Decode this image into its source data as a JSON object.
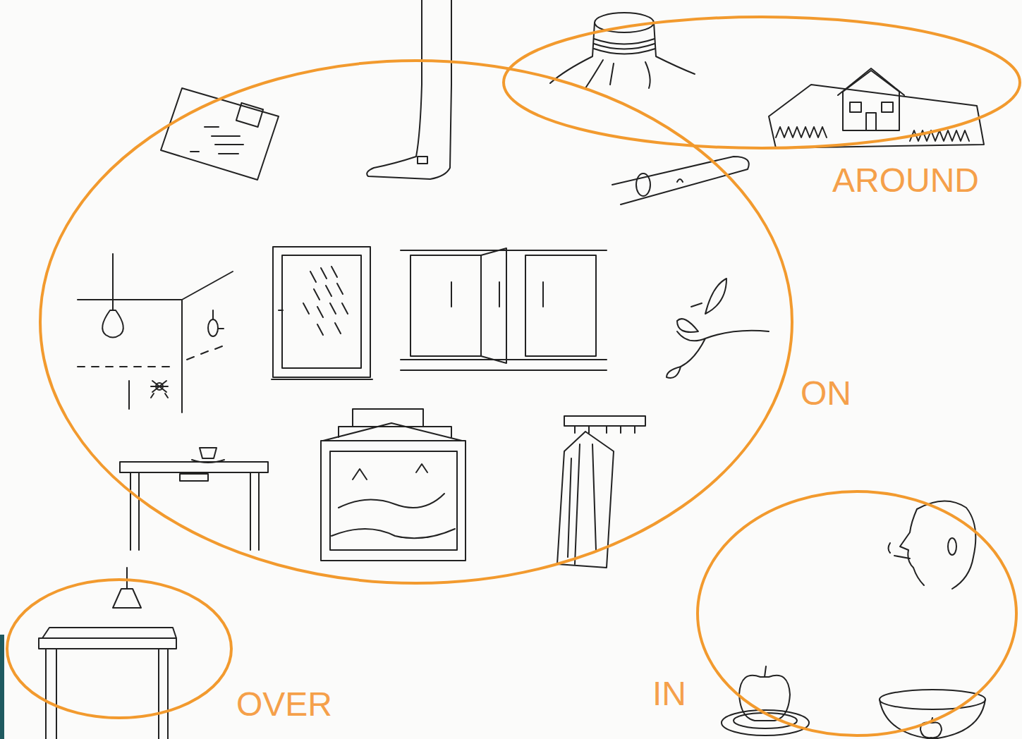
{
  "diagram": {
    "nodes": [
      {
        "text": [
          "AROUND"
        ]
      },
      {
        "text": [
          "ON"
        ]
      },
      {
        "text": [
          "OVER"
        ]
      },
      {
        "text": [
          "IN"
        ]
      }
    ]
  }
}
